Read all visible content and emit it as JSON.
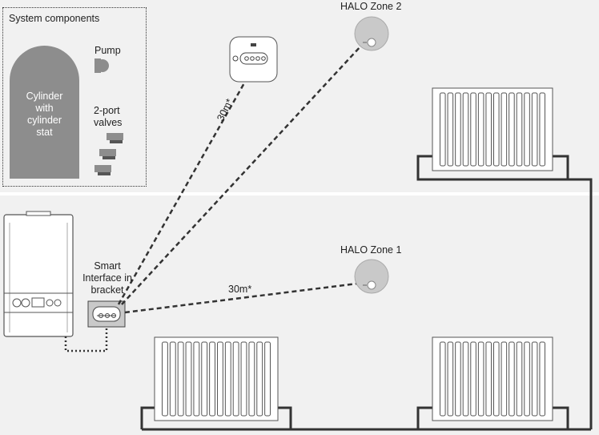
{
  "components": {
    "title": "System components",
    "cylinder_label": [
      "Cylinder",
      "with",
      "cylinder",
      "stat"
    ],
    "pump_label": "Pump",
    "valves_label": [
      "2-port",
      "valves"
    ]
  },
  "labels": {
    "halo_zone_2": "HALO Zone 2",
    "halo_zone_1": "HALO Zone 1",
    "smart_interface": [
      "Smart",
      "Interface in",
      "bracket"
    ],
    "range_upper": "30m*",
    "range_lower": "30m*"
  },
  "colors": {
    "background": "#f1f1f1",
    "pipe": "#333333",
    "component_grey": "#8d8d8d",
    "thermostat_grey": "#c9c9c9"
  },
  "icons": [
    "pump-icon",
    "valve-icon",
    "boiler-icon",
    "smart-interface-icon",
    "wireless-hub-icon",
    "thermostat-icon",
    "radiator-icon"
  ]
}
